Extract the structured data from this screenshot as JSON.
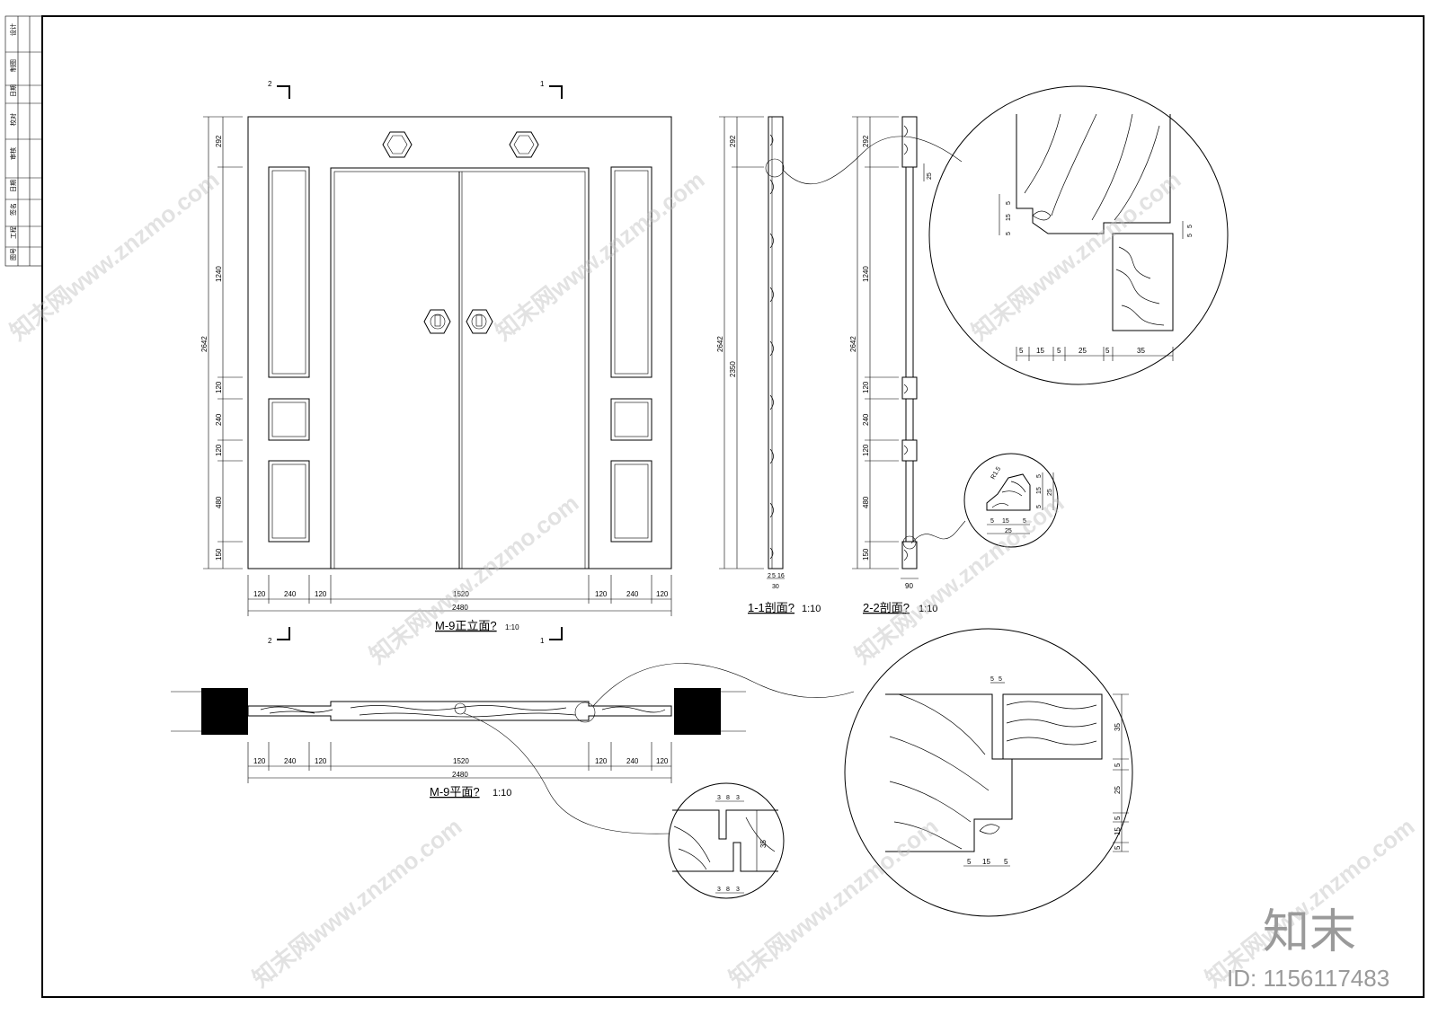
{
  "title_block": {
    "cells": [
      "设计",
      "制图",
      "日期",
      "校对",
      "审核",
      "日期",
      "签名",
      "工程",
      "图号"
    ]
  },
  "section_marks": {
    "left_top": "2",
    "mid_top": "1",
    "left_bottom": "2",
    "mid_bottom": "1"
  },
  "elevation": {
    "caption": "M-9正立面?",
    "scale": "1:10",
    "vertical_dims": [
      "292",
      "1240",
      "120",
      "240",
      "120",
      "480",
      "150"
    ],
    "total_height": "2642",
    "horizontal_dims": [
      "120",
      "240",
      "120",
      "1520",
      "120",
      "240",
      "120"
    ],
    "total_width": "2480"
  },
  "section_1": {
    "caption": "1-1剖面?",
    "scale": "1:10",
    "dims": [
      "292",
      "2350",
      "2642"
    ],
    "bottom_dims": [
      "2",
      "5",
      "16",
      "30"
    ]
  },
  "section_2": {
    "caption": "2-2剖面?",
    "scale": "1:10",
    "dims": [
      "292",
      "1240",
      "120",
      "240",
      "120",
      "480",
      "150",
      "2642",
      "25"
    ],
    "bottom_dim": "90"
  },
  "plan": {
    "caption": "M-9平面?",
    "scale": "1:10",
    "horizontal_dims": [
      "120",
      "240",
      "120",
      "1520",
      "120",
      "240",
      "120"
    ],
    "total_width": "2480"
  },
  "detail_a": {
    "bottom_dims": [
      "5",
      "15",
      "5",
      "25",
      "5",
      "35"
    ],
    "left_dims": [
      "5",
      "15",
      "5"
    ],
    "right_dims": [
      "5",
      "5"
    ]
  },
  "detail_b": {
    "label": "R1.5",
    "bottom_dims": [
      "5",
      "15",
      "5",
      "25"
    ],
    "right_dims": [
      "5",
      "15",
      "5",
      "25"
    ]
  },
  "detail_c": {
    "top_dims": [
      "5",
      "5"
    ],
    "right_dims": [
      "35",
      "5",
      "25",
      "5",
      "15",
      "5"
    ],
    "bottom_dims": [
      "5",
      "15",
      "5"
    ]
  },
  "detail_d": {
    "top_dims": [
      "3",
      "8",
      "3"
    ],
    "side_dim": "35",
    "bottom_dims": [
      "3",
      "8",
      "3"
    ]
  },
  "watermark": {
    "text": "知末网www.znzmo.com",
    "logo": "知末",
    "id_label": "ID: 1156117483"
  }
}
